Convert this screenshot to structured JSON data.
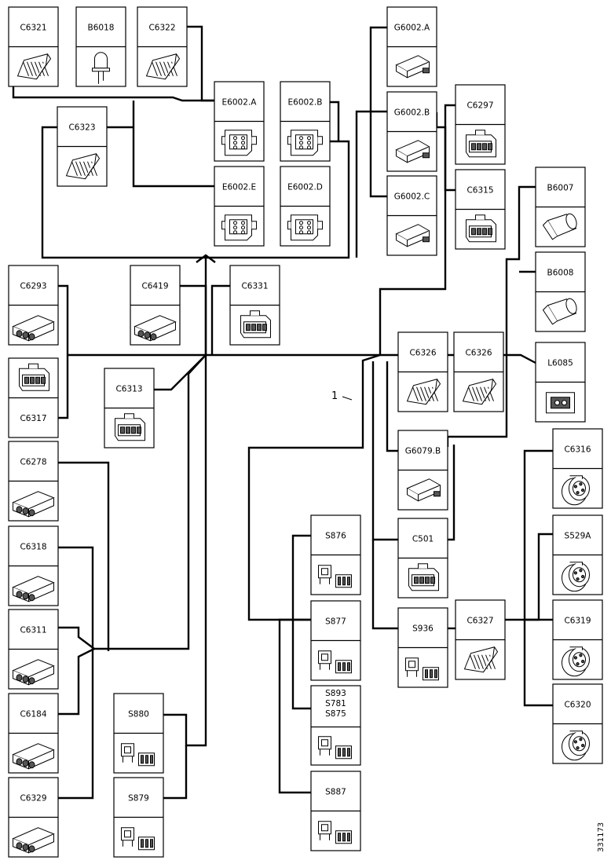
{
  "diagram_id": "331173",
  "callout": "1",
  "components": {
    "c6321": "C6321",
    "b6018": "B6018",
    "c6322": "C6322",
    "c6323": "C6323",
    "e6002a": "E6002.A",
    "e6002b": "E6002.B",
    "e6002e": "E6002.E",
    "e6002d": "E6002.D",
    "g6002a": "G6002.A",
    "g6002b": "G6002.B",
    "g6002c": "G6002.C",
    "c6297": "C6297",
    "c6315": "C6315",
    "b6007": "B6007",
    "b6008": "B6008",
    "c6293": "C6293",
    "c6419": "C6419",
    "c6331": "C6331",
    "c6317": "C6317",
    "c6313": "C6313",
    "c6326a": "C6326",
    "c6326b": "C6326",
    "l6085": "L6085",
    "g6079b": "G6079.B",
    "c6316": "C6316",
    "s529a": "S529A",
    "c6319": "C6319",
    "c6320": "C6320",
    "c6278": "C6278",
    "c6318": "C6318",
    "c6311": "C6311",
    "c6184": "C6184",
    "c6329": "C6329",
    "s880": "S880",
    "s879": "S879",
    "s876": "S876",
    "s877": "S877",
    "s893": "S893",
    "s781": "S781",
    "s875": "S875",
    "s887": "S887",
    "c501": "C501",
    "s936": "S936",
    "c6327": "C6327"
  },
  "icons": {
    "flat": "flat-connector-icon",
    "led": "led-bulb-icon",
    "plug": "plug-connector-icon",
    "ecu": "ecu-connector-icon",
    "multi": "multi-pin-connector-icon",
    "block": "block-connector-icon",
    "round": "round-connector-icon",
    "switch": "switch-icon",
    "lamp": "lamp-icon",
    "bulb": "bulb-socket-icon"
  }
}
